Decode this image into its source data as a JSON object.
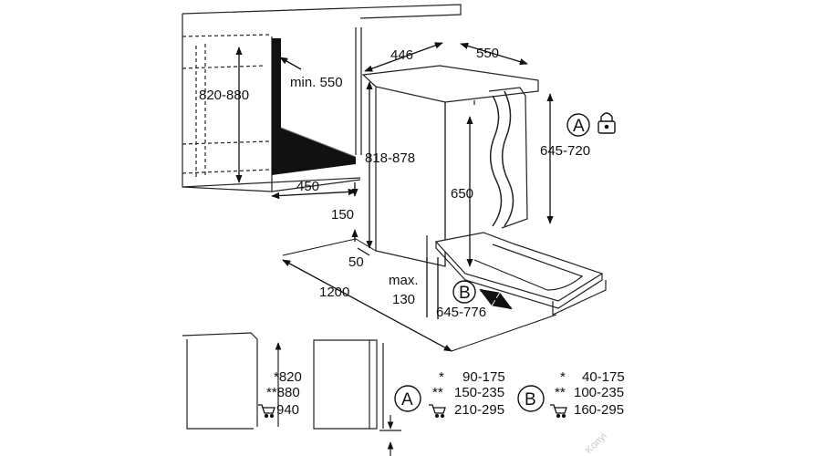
{
  "labels": {
    "counter_height": "820-880",
    "min_niche": "min. 550",
    "top_width": "446",
    "top_depth": "550",
    "device_height": "818-878",
    "niche_width": "450",
    "door_height": "650",
    "panel_height": "645-720",
    "plinth_150": "150",
    "plinth_50": "50",
    "max_label": "max.",
    "max_value": "130",
    "length_1200": "1200",
    "door_travel": "645-776"
  },
  "badges": {
    "A": "A",
    "B": "B"
  },
  "table": {
    "heights": [
      "*820",
      "**880",
      "940"
    ],
    "A_rows": [
      {
        "mark": "*",
        "value": "90-175"
      },
      {
        "mark": "**",
        "value": "150-235"
      },
      {
        "mark": "",
        "value": "210-295"
      }
    ],
    "B_rows": [
      {
        "mark": "*",
        "value": "40-175"
      },
      {
        "mark": "**",
        "value": "100-235"
      },
      {
        "mark": "",
        "value": "160-295"
      }
    ]
  },
  "watermark": "Konyi"
}
